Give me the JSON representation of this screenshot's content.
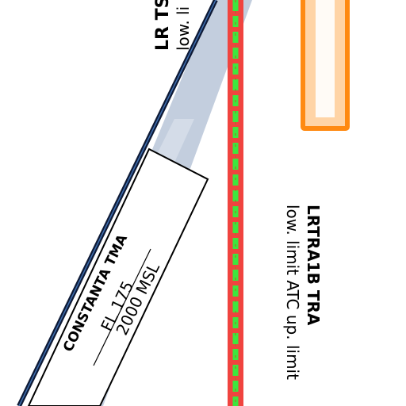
{
  "labels": {
    "tma_name": "CONSTANTA TMA",
    "tma_upper": "FL 175",
    "tma_lower": "2000 MSL",
    "tra_name": "LRTRA1B TRA",
    "tra_limits": "low. limit ATC up. limit",
    "ts_name": "LR TS",
    "ts_limit": "low. li"
  },
  "colors": {
    "tma_band": "#b9c6d8",
    "tma_line": "#0e1a36",
    "tra_border": "#f0443f",
    "tra_fill": "#3ee63e",
    "restricted_border": "#ff8a12",
    "restricted_fill": "#ffd4a6"
  }
}
